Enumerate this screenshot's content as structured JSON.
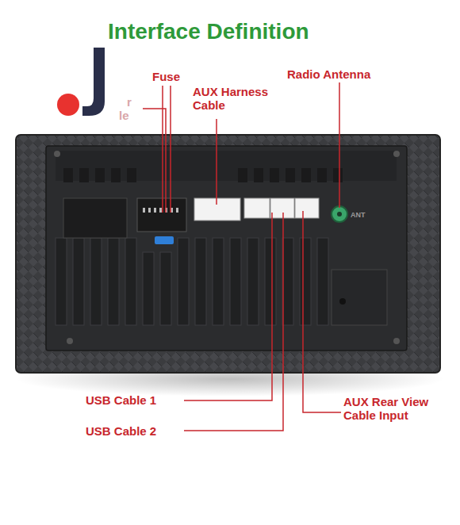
{
  "diagram": {
    "title": "Interface Definition",
    "labels": [
      "r",
      "le",
      "Fuse",
      "AUX Harness Cable",
      "Radio Antenna",
      "ANT",
      "USB Cable 1",
      "USB Cable 2",
      "AUX Rear View Cable Input"
    ]
  }
}
